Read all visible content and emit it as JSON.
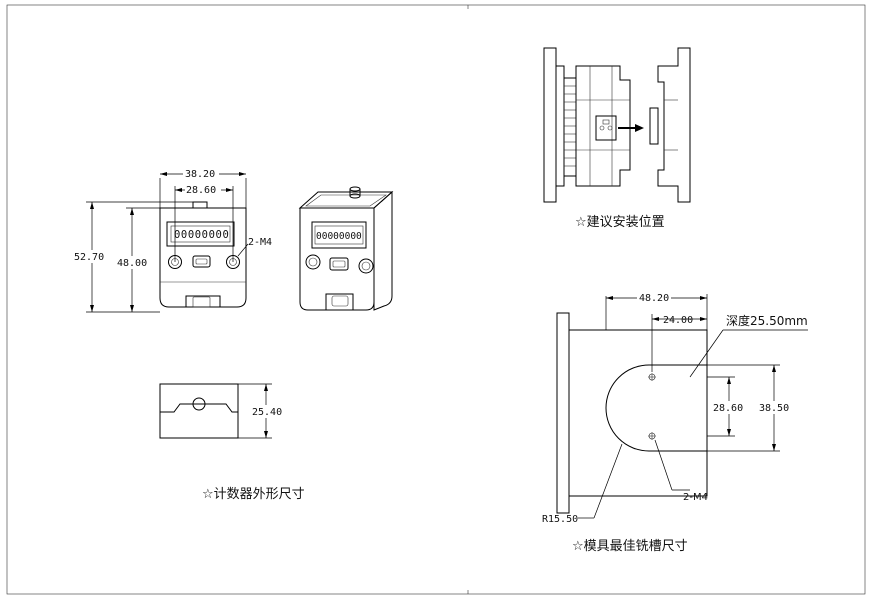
{
  "front_view": {
    "dims": {
      "width_overall": "38.20",
      "width_holes": "28.60",
      "height_overall": "52.70",
      "height_body": "48.00"
    },
    "display_digits": "00000000",
    "hole_label": "2-M4"
  },
  "side_view": {
    "dims": {
      "depth": "25.40"
    }
  },
  "captions": {
    "outline": "☆计数器外形尺寸",
    "install": "☆建议安装位置",
    "groove": "☆模具最佳铣槽尺寸"
  },
  "groove_view": {
    "dims": {
      "width_overall": "48.20",
      "width_center": "24.00",
      "hole_spacing": "28.60",
      "height": "38.50",
      "radius": "R15.50"
    },
    "depth_note": "深度25.50mm",
    "hole_label": "2-M4"
  }
}
